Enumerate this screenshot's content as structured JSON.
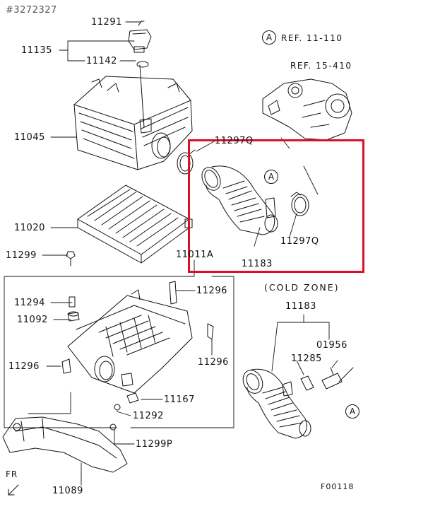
{
  "image_id": "#3272327",
  "references": {
    "ref1_letter": "A",
    "ref1_text": "REF. 11-110",
    "ref2_text": "REF. 15-410"
  },
  "zone_label": "(COLD ZONE)",
  "figure_code": "F00118",
  "front_indicator": "FR",
  "marker_letter": "A",
  "highlight_color": "#d8102a",
  "parts": {
    "p11291": "11291",
    "p11135": "11135",
    "p11142": "11142",
    "p11045": "11045",
    "p11297q_top": "11297Q",
    "p11020": "11020",
    "p11183_top": "11183",
    "p11297q": "11297Q",
    "p11011a": "11011A",
    "p11299": "11299",
    "p11296_top": "11296",
    "p11294": "11294",
    "p11092": "11092",
    "p11296_right": "11296",
    "p11296_left": "11296",
    "p11167": "11167",
    "p11292": "11292",
    "p11299p": "11299P",
    "p11089": "11089",
    "p11183_right": "11183",
    "p01956": "01956",
    "p11285": "11285"
  }
}
